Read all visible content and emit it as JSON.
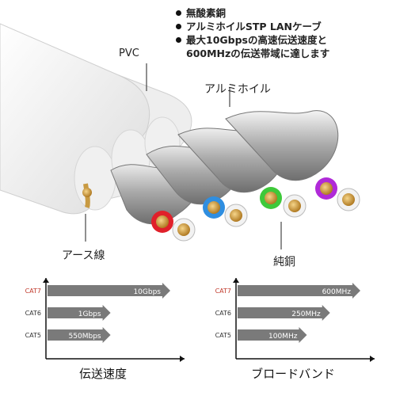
{
  "features": [
    "無酸素銅",
    "アルミホイルSTP LANケーブ",
    "最大10Gbpsの高速伝送速度と\n600MHzの伝送帯域に達します"
  ],
  "labels": {
    "pvc": "PVC",
    "foil": "アルミホイル",
    "ground": "アース線",
    "copper": "純銅"
  },
  "colors": {
    "accent": "#c0392b",
    "bar": "#7a7a7a",
    "pairs": [
      "#e0202a",
      "#2f8ee0",
      "#3ec93a",
      "#b02ad8"
    ]
  },
  "chart_data": [
    {
      "type": "bar",
      "title": "伝送速度",
      "categories": [
        "CAT7",
        "CAT6",
        "CAT5"
      ],
      "values": [
        10000,
        1000,
        550
      ],
      "value_labels": [
        "10Gbps",
        "1Gbps",
        "550Mbps"
      ],
      "highlight": "CAT7"
    },
    {
      "type": "bar",
      "title": "ブロードバンド",
      "categories": [
        "CAT7",
        "CAT6",
        "CAT5"
      ],
      "values": [
        600,
        250,
        100
      ],
      "value_labels": [
        "600MHz",
        "250MHz",
        "100MHz"
      ],
      "highlight": "CAT7"
    }
  ]
}
